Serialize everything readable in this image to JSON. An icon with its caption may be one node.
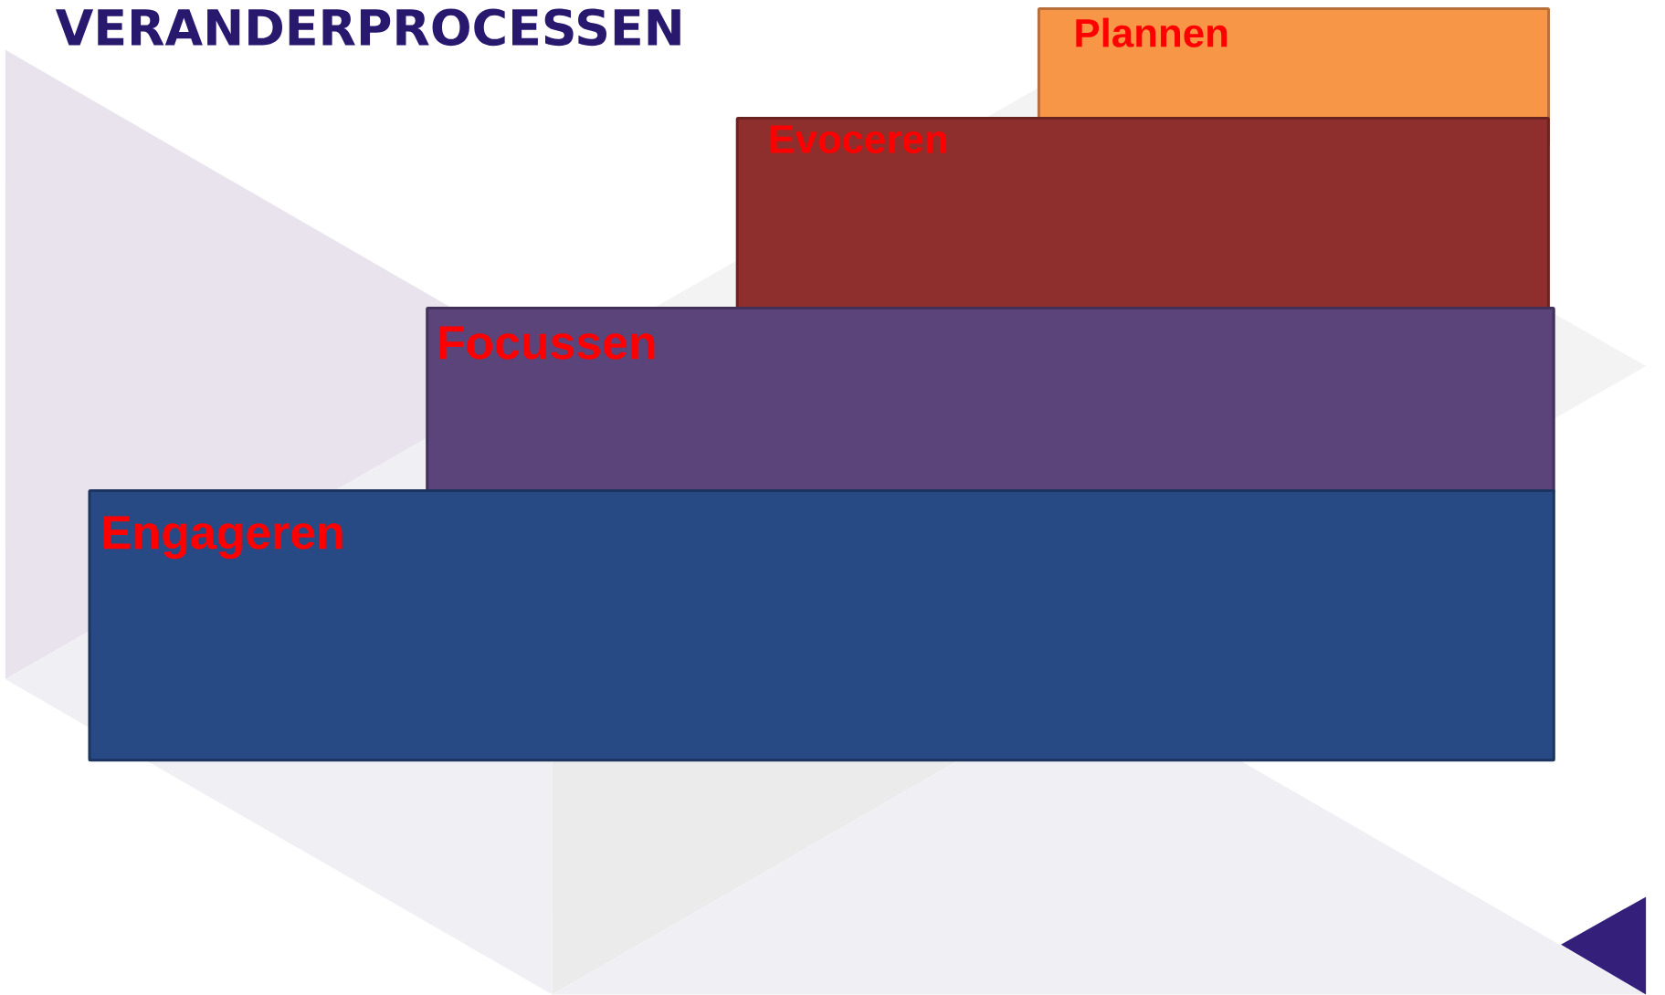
{
  "diagram": {
    "title": "VERANDERPROCESSEN",
    "nodes": [
      {
        "text": [
          "Plannen"
        ]
      },
      {
        "text": [
          "Evoceren"
        ]
      },
      {
        "text": [
          "Focussen"
        ]
      },
      {
        "text": [
          "Engageren"
        ]
      }
    ]
  }
}
